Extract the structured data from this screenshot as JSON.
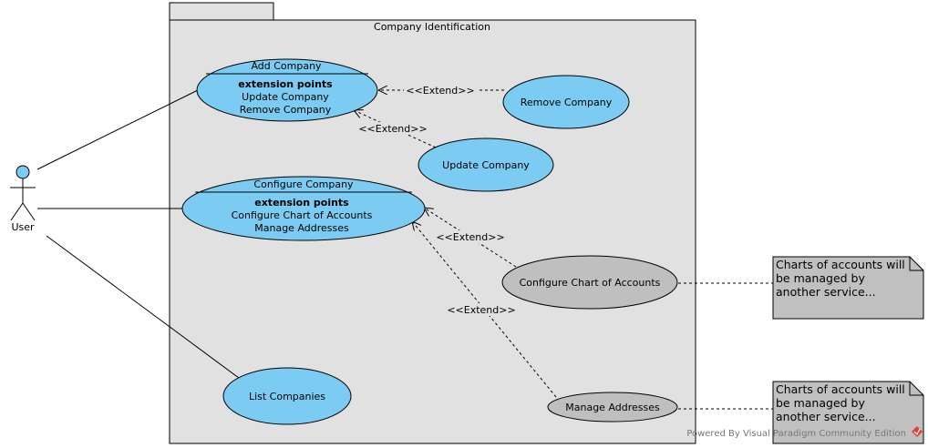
{
  "package": {
    "name": "Company Identification"
  },
  "actor": {
    "name": "User"
  },
  "use_cases": {
    "add_company": {
      "title": "Add Company",
      "ext_header": "extension points",
      "ext_points": [
        "Update Company",
        "Remove Company"
      ]
    },
    "configure_company": {
      "title": "Configure Company",
      "ext_header": "extension points",
      "ext_points": [
        "Configure Chart of Accounts",
        "Manage Addresses"
      ]
    },
    "remove_company": {
      "title": "Remove Company"
    },
    "update_company": {
      "title": "Update Company"
    },
    "configure_chart": {
      "title": "Configure Chart of Accounts"
    },
    "manage_addresses": {
      "title": "Manage Addresses"
    },
    "list_companies": {
      "title": "List Companies"
    }
  },
  "extend_label": "<<Extend>>",
  "notes": [
    {
      "lines": [
        "Charts of accounts will",
        "be managed by",
        "another service..."
      ]
    },
    {
      "lines": [
        "Charts of accounts will",
        "be managed by",
        "another service..."
      ]
    }
  ],
  "watermark": "Powered By Visual Paradigm Community Edition",
  "colors": {
    "use_case_blue": "#7bcbf3",
    "use_case_gray": "#bfbfbf",
    "package_fill": "#e1e1e1",
    "note_fill": "#c0c0c0",
    "logo_red": "#e2403a"
  }
}
